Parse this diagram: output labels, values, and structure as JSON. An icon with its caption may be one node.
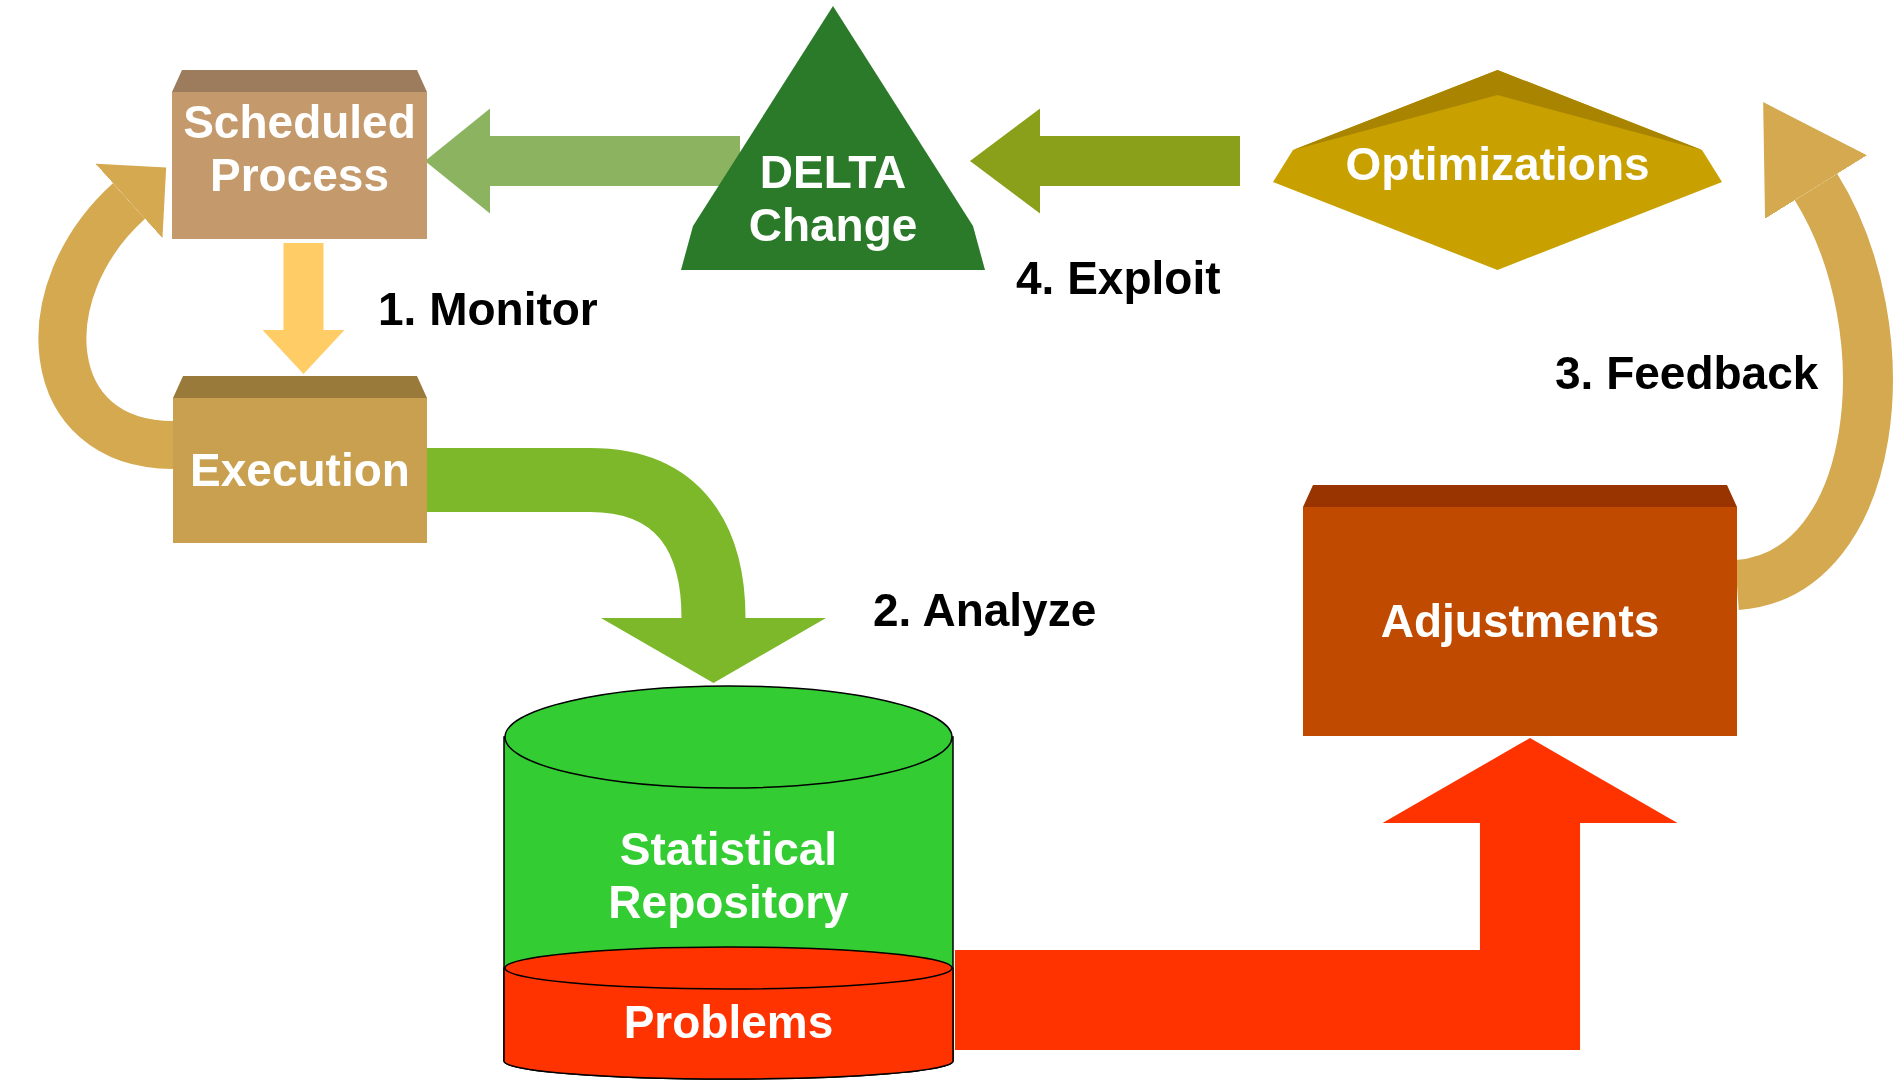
{
  "diagram": {
    "nodes": [
      {
        "text": [
          "Scheduled Process"
        ]
      },
      {
        "text": [
          "Execution"
        ]
      },
      {
        "text": [
          "Statistical Repository"
        ]
      },
      {
        "text": [
          "Problems"
        ],
        "in": 2
      },
      {
        "text": [
          "Adjustments"
        ]
      },
      {
        "text": [
          "Optimizations"
        ]
      },
      {
        "text": [
          "DELTA Change"
        ]
      }
    ],
    "edges": [
      {
        "from": 0,
        "to": 1,
        "arrow": "to",
        "label": "1. Monitor"
      },
      {
        "from": 1,
        "to": 0,
        "arrow": "to",
        "color": "#d4a94f"
      },
      {
        "from": 1,
        "to": 2,
        "arrow": "to",
        "label": "2. Analyze",
        "color": "#7cb82a"
      },
      {
        "from": 3,
        "to": 4,
        "arrow": "to",
        "style": "thick",
        "color": "#ff3300"
      },
      {
        "from": 4,
        "to": 5,
        "arrow": "to",
        "label": "3. Feedback",
        "color": "#d4a94f"
      },
      {
        "from": 5,
        "to": 6,
        "arrow": "to",
        "label": "4. Exploit",
        "color": "#8aa01a"
      },
      {
        "from": 6,
        "to": 0,
        "arrow": "to",
        "color": "#8cb460"
      }
    ]
  }
}
